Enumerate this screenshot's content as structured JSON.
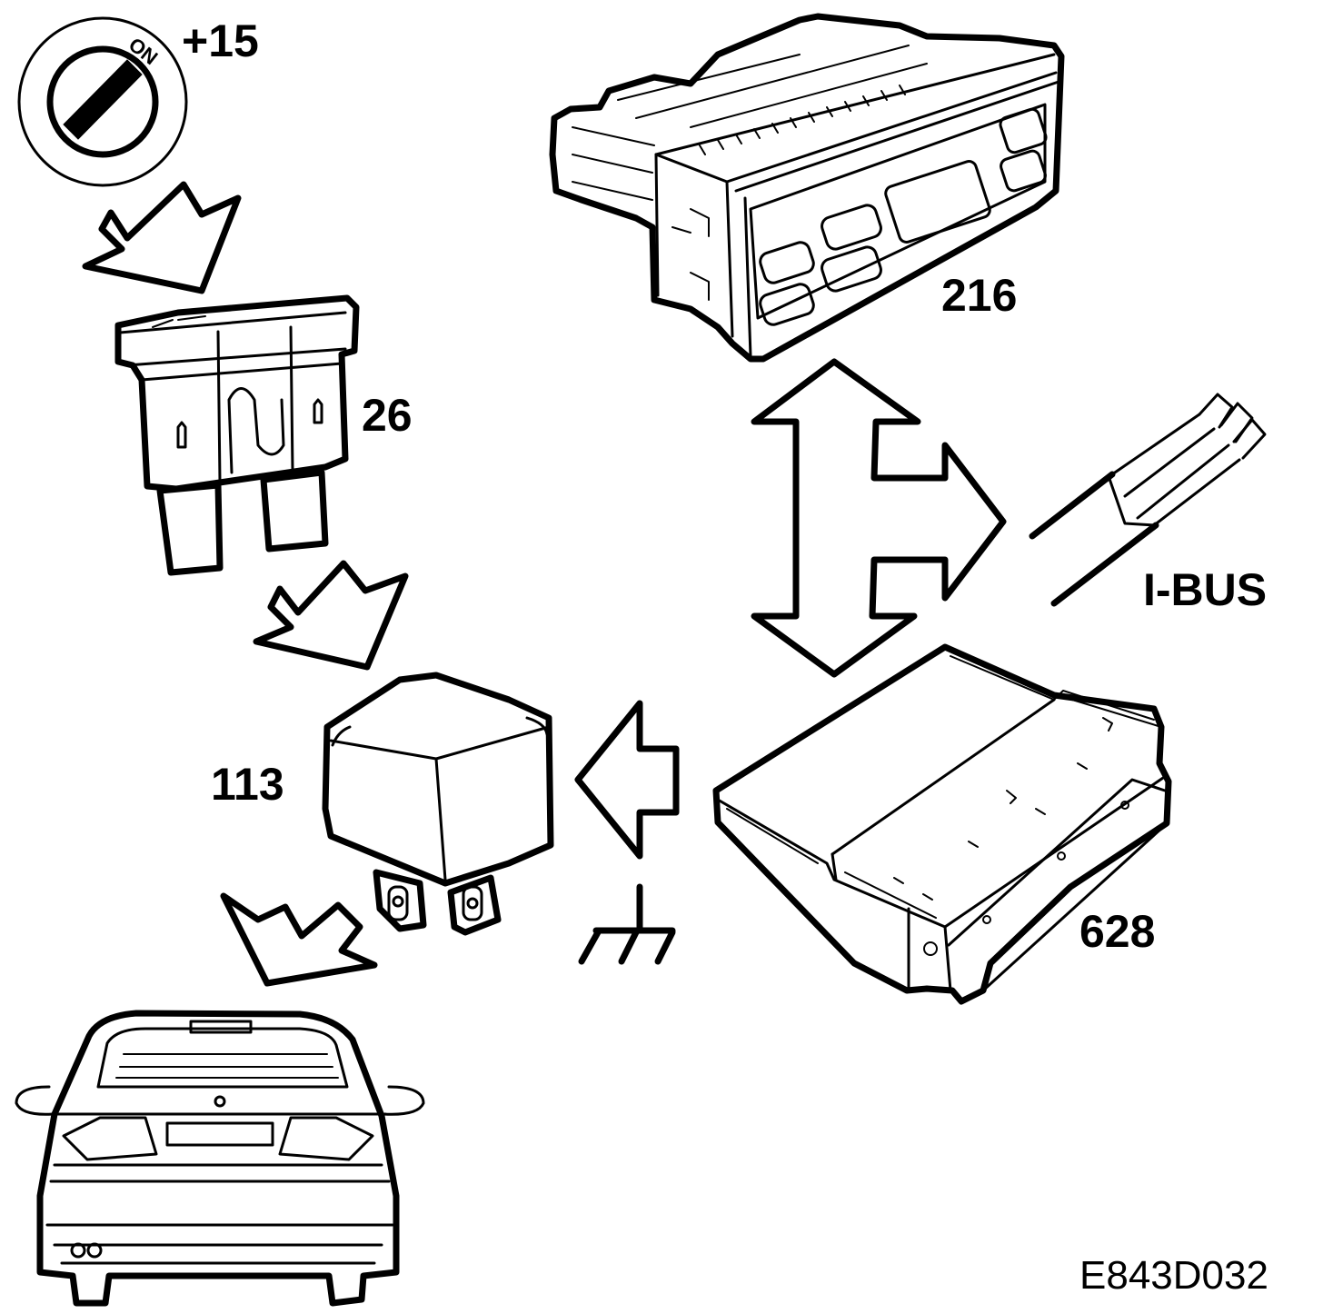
{
  "labels": {
    "ignition": "+15",
    "ignition_on": "ON",
    "fuse": "26",
    "relay": "113",
    "display_unit": "216",
    "control_module": "628",
    "bus": "I-BUS",
    "figure_code": "E843D032"
  },
  "colors": {
    "line": "#000000",
    "background": "#ffffff"
  },
  "icons": [
    "ignition-switch-icon",
    "fuse-icon",
    "relay-icon",
    "display-unit-icon",
    "control-module-icon",
    "bus-cable-icon",
    "ground-icon",
    "car-rear-icon"
  ]
}
